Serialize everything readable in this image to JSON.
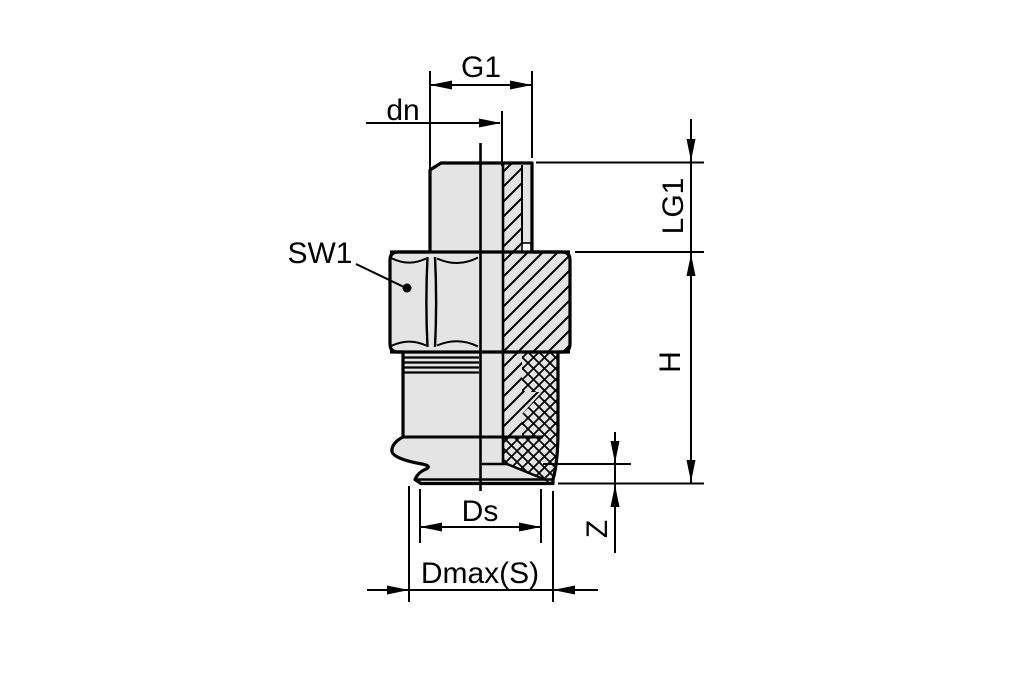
{
  "drawing": {
    "title": "Suction cup with male thread fitting — half-section technical drawing",
    "type": "technical-drawing",
    "colors": {
      "background": "#ffffff",
      "line": "#000000",
      "metal_fill": "#e4e4e4"
    },
    "labels": {
      "thread": "G1",
      "inner_diameter": "dn",
      "wrench_size": "SW1",
      "thread_length": "LG1",
      "height": "H",
      "cup_diameter": "Ds",
      "lip_height": "Z",
      "max_diameter": "Dmax(S)"
    }
  }
}
